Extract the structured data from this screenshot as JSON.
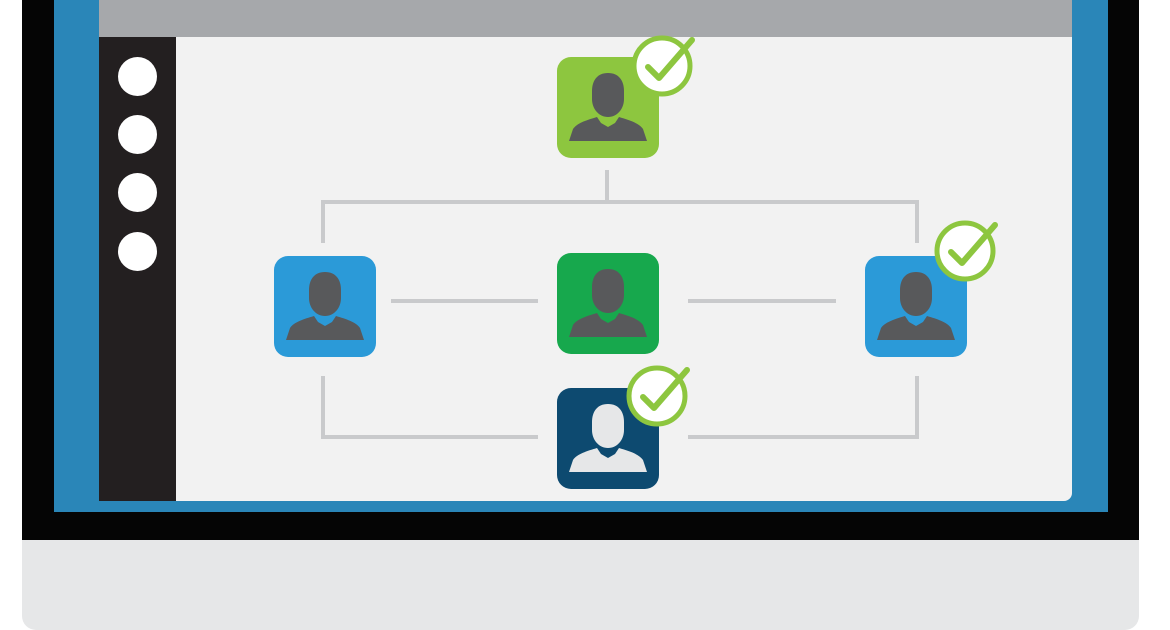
{
  "window": {
    "sidebar": {
      "items": [
        {
          "icon": "circle-icon",
          "label": ""
        },
        {
          "icon": "circle-icon",
          "label": ""
        },
        {
          "icon": "circle-icon",
          "label": ""
        },
        {
          "icon": "circle-icon",
          "label": ""
        }
      ]
    }
  },
  "org_chart": {
    "nodes": [
      {
        "id": "top",
        "icon": "user-icon",
        "color": "#8dc63f",
        "checked": true
      },
      {
        "id": "left",
        "icon": "user-icon",
        "color": "#2b9ad8",
        "checked": false
      },
      {
        "id": "center",
        "icon": "user-icon",
        "color": "#17a84d",
        "checked": false
      },
      {
        "id": "right",
        "icon": "user-icon",
        "color": "#2b9ad8",
        "checked": true
      },
      {
        "id": "bottom",
        "icon": "user-icon",
        "color": "#0d4a70",
        "checked": true
      }
    ],
    "edges": [
      [
        "top",
        "left"
      ],
      [
        "top",
        "right"
      ],
      [
        "left",
        "center"
      ],
      [
        "center",
        "right"
      ],
      [
        "left",
        "bottom"
      ],
      [
        "right",
        "bottom"
      ]
    ]
  },
  "colors": {
    "bezel": "#050505",
    "screen": "#2a86b8",
    "titlebar": "#a6a8ab",
    "sidebar": "#231f20",
    "canvas": "#f2f2f2",
    "connector": "#c9cacc",
    "check": "#8dc63f",
    "silhouette": "#58595b",
    "silhouette_light": "#e6e7e8"
  }
}
